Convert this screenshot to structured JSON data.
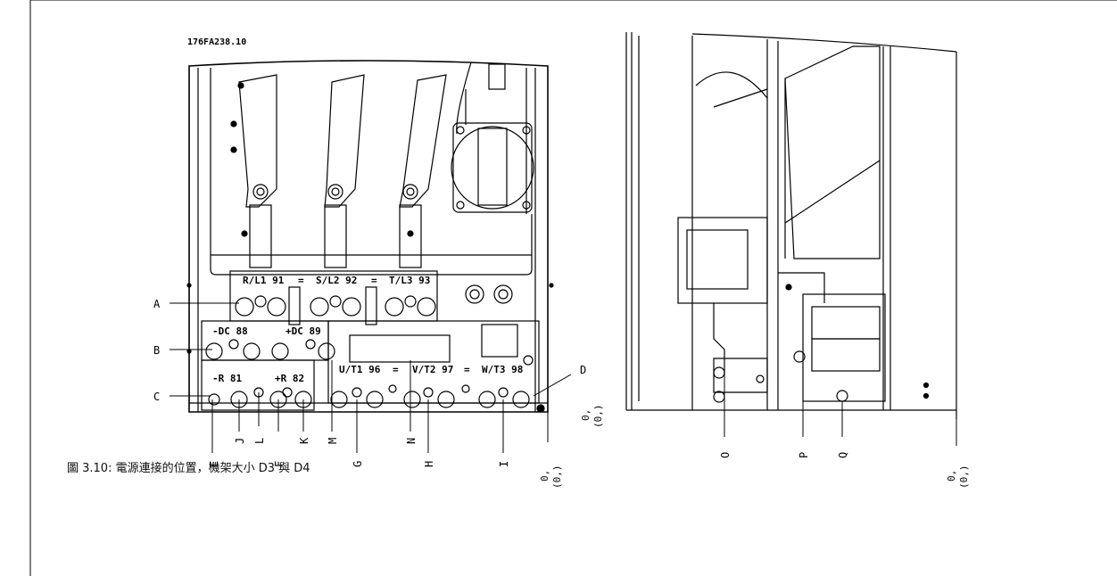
{
  "drawing_number": "176FA238.10",
  "terminal_strip_labels": {
    "mains": [
      "R/L1 91",
      "S/L2 92",
      "T/L3 93"
    ],
    "dc": [
      "-DC 88",
      "+DC 89"
    ],
    "brake": [
      "-R 81",
      "+R 82"
    ],
    "motor": [
      "U/T1 96",
      "V/T2 97",
      "W/T3 98"
    ],
    "ground_mark": "="
  },
  "callouts_front": [
    "A",
    "B",
    "C",
    "D"
  ],
  "callouts_bottom": [
    "E",
    "J",
    "L",
    "F",
    "K",
    "M",
    "G",
    "N",
    "H",
    "I"
  ],
  "callouts_side": [
    "O",
    "P",
    "Q"
  ],
  "dimension_labels": {
    "a_line1": "0,",
    "a_line2": "(0,)",
    "b_line1": "0,",
    "b_line2": "(0,)",
    "c_line1": "0,",
    "c_line2": "(0,)"
  },
  "caption": "圖 3.10: 電源連接的位置，機架大小 D3 與 D4"
}
